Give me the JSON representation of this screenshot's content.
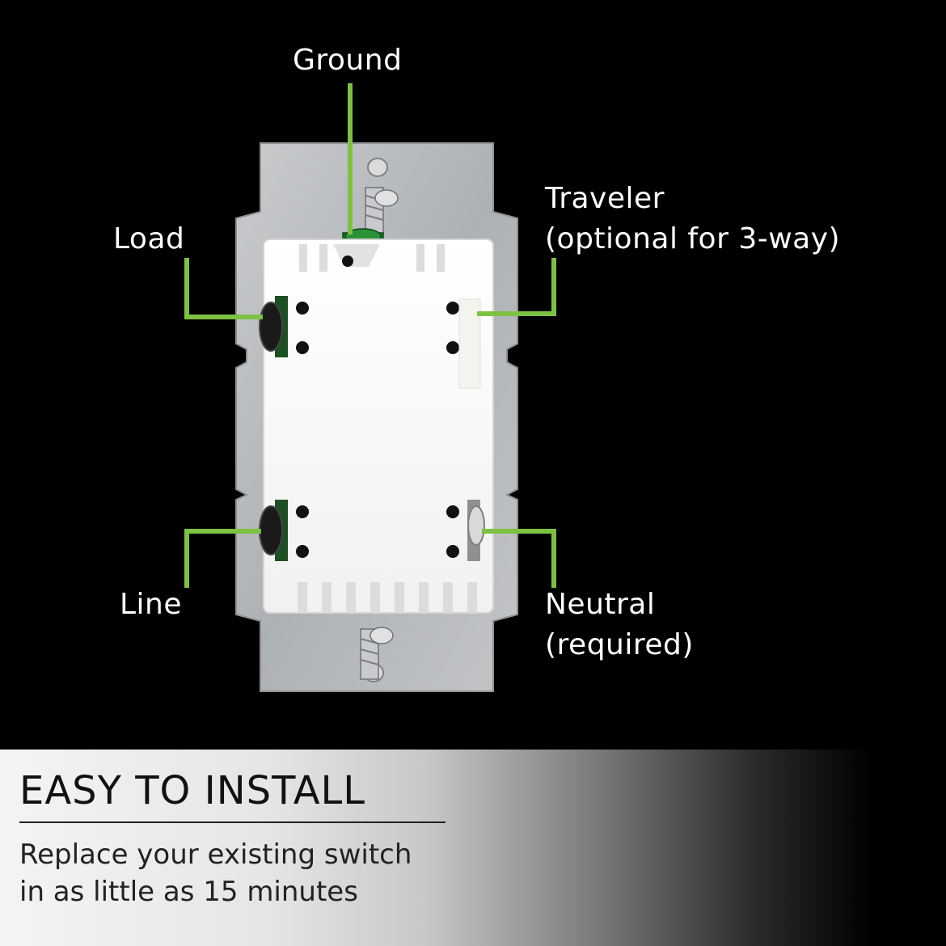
{
  "labels": {
    "ground": "Ground",
    "load": "Load",
    "traveler_line1": "Traveler",
    "traveler_line2": "(optional for 3-way)",
    "line": "Line",
    "neutral_line1": "Neutral",
    "neutral_line2": "(required)"
  },
  "banner": {
    "title": "EASY TO INSTALL",
    "subtitle_line1": "Replace your existing switch",
    "subtitle_line2": "in as little as 15 minutes"
  },
  "colors": {
    "background": "#000000",
    "callout_line": "#7dc143",
    "device_body": "#ffffff",
    "mounting_plate": "#b9bcbf",
    "banner_text": "#111111"
  }
}
